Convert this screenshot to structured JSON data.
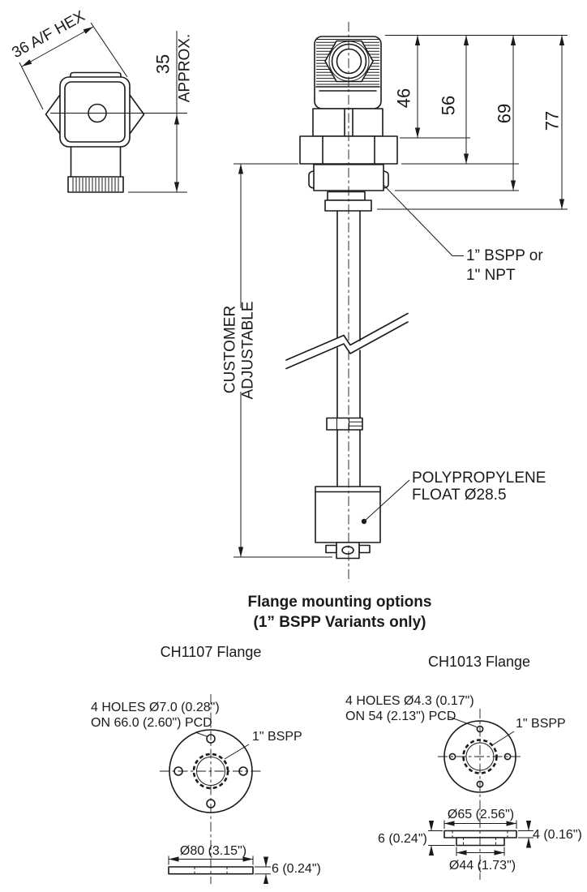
{
  "colors": {
    "ink": "#1a1a1a",
    "background": "#ffffff"
  },
  "top_view": {
    "hex_across_flats": "36 A/F HEX",
    "height": "35",
    "height_qualifier": "APPROX."
  },
  "main_view": {
    "dim_46": "46",
    "dim_56": "56",
    "dim_69": "69",
    "dim_77": "77",
    "thread_label_line1": "1” BSPP or",
    "thread_label_line2": "1\" NPT",
    "adjustable_line1": "CUSTOMER",
    "adjustable_line2": "ADJUSTABLE",
    "float_label_line1": "POLYPROPYLENE",
    "float_label_line2": "FLOAT Ø28.5"
  },
  "flange_options": {
    "title": "Flange mounting options",
    "subtitle": "(1” BSPP Variants only)",
    "ch1107": {
      "name": "CH1107 Flange",
      "holes_line1": "4 HOLES Ø7.0 (0.28\")",
      "holes_line2": "ON 66.0 (2.60\") PCD",
      "thread_label": "1\" BSPP",
      "outer_diameter": "Ø80 (3.15\")",
      "thickness": "6 (0.24\")"
    },
    "ch1013": {
      "name": "CH1013 Flange",
      "holes_line1": "4 HOLES Ø4.3 (0.17\")",
      "holes_line2": "ON 54 (2.13\") PCD",
      "thread_label": "1\" BSPP",
      "outer_diameter": "Ø65 (2.56\")",
      "flange_thickness": "4 (0.16\")",
      "overall_thickness": "6 (0.24\")",
      "boss_diameter": "Ø44 (1.73\")"
    }
  }
}
